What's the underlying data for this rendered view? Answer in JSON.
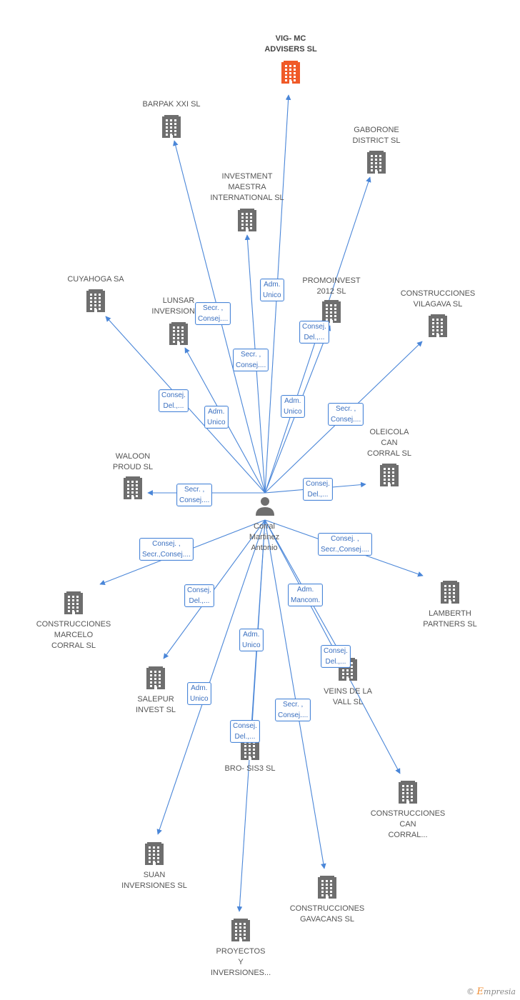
{
  "person": {
    "name": [
      "Corral",
      "Martinez",
      "Antonio"
    ]
  },
  "colors": {
    "edge": "#4a86d8",
    "building": "#6e6e6e",
    "building_accent": "#f05a28"
  },
  "companies": [
    {
      "id": "vig",
      "lines": [
        "VIG- MC",
        "ADVISERS SL"
      ],
      "accent": true
    },
    {
      "id": "barpak",
      "lines": [
        "BARPAK XXI SL"
      ]
    },
    {
      "id": "gaborone",
      "lines": [
        "GABORONE",
        "DISTRICT SL"
      ]
    },
    {
      "id": "investment",
      "lines": [
        "INVESTMENT",
        "MAESTRA",
        "INTERNATIONAL SL"
      ]
    },
    {
      "id": "cuyahoga",
      "lines": [
        "CUYAHOGA SA"
      ]
    },
    {
      "id": "promoinvest",
      "lines": [
        "PROMOINVEST",
        "2012 SL"
      ]
    },
    {
      "id": "vilagava",
      "lines": [
        "CONSTRUCCIONES",
        "VILAGAVA SL"
      ]
    },
    {
      "id": "lunsar",
      "lines": [
        "LUNSAR",
        "INVERSIONES"
      ]
    },
    {
      "id": "oleicola",
      "lines": [
        "OLEICOLA",
        "CAN",
        "CORRAL SL"
      ]
    },
    {
      "id": "waloon",
      "lines": [
        "WALOON",
        "PROUD SL"
      ]
    },
    {
      "id": "marcelo",
      "lines": [
        "CONSTRUCCIONES",
        "MARCELO",
        "CORRAL SL"
      ]
    },
    {
      "id": "lamberth",
      "lines": [
        "LAMBERTH",
        "PARTNERS SL"
      ]
    },
    {
      "id": "salepur",
      "lines": [
        "SALEPUR",
        "INVEST SL"
      ]
    },
    {
      "id": "veins",
      "lines": [
        "VEINS DE LA",
        "VALL SL"
      ]
    },
    {
      "id": "bro",
      "lines": [
        "BRO- SIS3 SL"
      ]
    },
    {
      "id": "cancorral",
      "lines": [
        "CONSTRUCCIONES",
        "CAN",
        "CORRAL..."
      ]
    },
    {
      "id": "suan",
      "lines": [
        "SUAN",
        "INVERSIONES SL"
      ]
    },
    {
      "id": "gavacans",
      "lines": [
        "CONSTRUCCIONES",
        "GAVACANS SL"
      ]
    },
    {
      "id": "proyectos",
      "lines": [
        "PROYECTOS",
        "Y",
        "INVERSIONES..."
      ]
    }
  ],
  "roles": [
    {
      "target": "vig",
      "lines": [
        "Adm.",
        "Unico"
      ]
    },
    {
      "target": "barpak",
      "lines": [
        "Secr. ,",
        "Consej...."
      ]
    },
    {
      "target": "investment",
      "lines": [
        "Secr. ,",
        "Consej...."
      ]
    },
    {
      "target": "gaborone",
      "lines": [
        "Consej.",
        "Del.,..."
      ]
    },
    {
      "target": "promoinvest",
      "lines": [
        "Adm.",
        "Unico"
      ]
    },
    {
      "target": "cuyahoga",
      "lines": [
        "Consej.",
        "Del.,..."
      ]
    },
    {
      "target": "lunsar",
      "lines": [
        "Adm.",
        "Unico"
      ]
    },
    {
      "target": "vilagava",
      "lines": [
        "Secr. ,",
        "Consej...."
      ]
    },
    {
      "target": "oleicola",
      "lines": [
        "Consej.",
        "Del.,..."
      ]
    },
    {
      "target": "waloon",
      "lines": [
        "Secr. ,",
        "Consej...."
      ]
    },
    {
      "target": "marcelo",
      "lines": [
        "Consej. ,",
        "Secr.,Consej...."
      ]
    },
    {
      "target": "lamberth",
      "lines": [
        "Consej. ,",
        "Secr.,Consej...."
      ]
    },
    {
      "target": "salepur",
      "lines": [
        "Consej.",
        "Del.,..."
      ]
    },
    {
      "target": "cancorral",
      "lines": [
        "Adm.",
        "Mancom."
      ]
    },
    {
      "target": "veins",
      "lines": [
        "Consej.",
        "Del.,..."
      ]
    },
    {
      "target": "bro",
      "lines": [
        "Adm.",
        "Unico"
      ]
    },
    {
      "target": "suan",
      "lines": [
        "Adm.",
        "Unico"
      ]
    },
    {
      "target": "gavacans",
      "lines": [
        "Secr. ,",
        "Consej...."
      ]
    },
    {
      "target": "proyectos",
      "lines": [
        "Consej.",
        "Del.,..."
      ]
    }
  ],
  "watermark": {
    "copyright": "©",
    "brand_initial": "E",
    "brand_rest": "mpresia"
  }
}
